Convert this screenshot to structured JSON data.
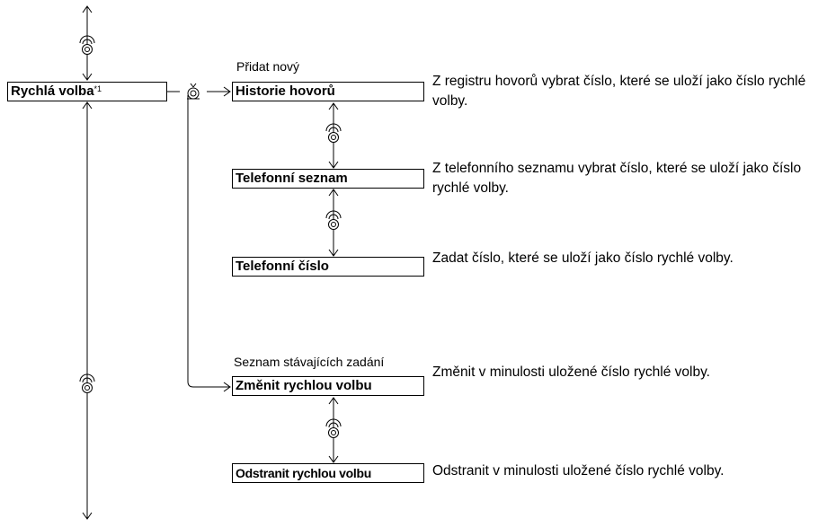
{
  "root": {
    "label": "Rychlá volba",
    "footnote": "*1"
  },
  "groups": {
    "add_new": "Přidat nový",
    "existing": "Seznam stávajících zadání"
  },
  "items": [
    {
      "label": "Historie hovorů",
      "description": "Z registru hovorů vybrat číslo, které se uloží jako číslo rychlé volby."
    },
    {
      "label": "Telefonní seznam",
      "description": "Z telefonního seznamu vybrat číslo, které se uloží jako číslo rychlé volby."
    },
    {
      "label": "Telefonní číslo",
      "description": "Zadat číslo, které se uloží jako číslo rychlé volby."
    },
    {
      "label": "Změnit rychlou volbu",
      "description": "Změnit v minulosti uložené číslo rychlé volby."
    },
    {
      "label": "Odstranit rychlou volbu",
      "description": "Odstranit v minulosti uložené číslo rychlé volby."
    }
  ],
  "icons": {
    "rotate": "rotate-knob-icon",
    "push": "push-knob-icon"
  }
}
